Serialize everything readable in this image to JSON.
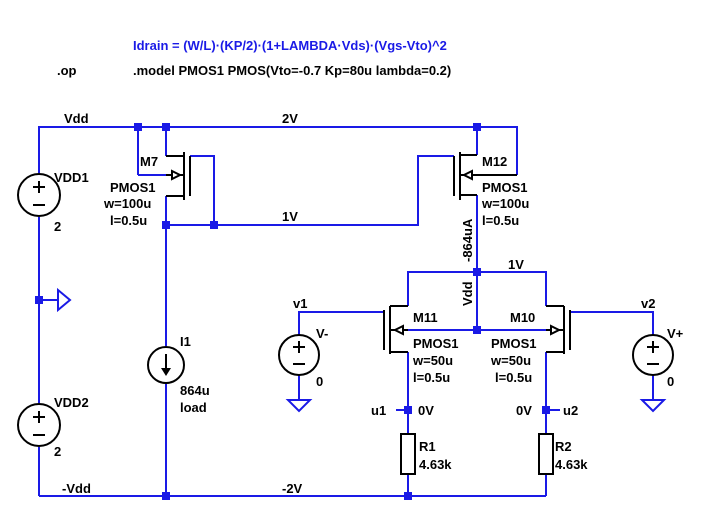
{
  "directives": {
    "formula": "Idrain = (W/L)·(KP/2)·(1+LAMBDA·Vds)·(Vgs-Vto)^2",
    "op": ".op",
    "model": ".model PMOS1 PMOS(Vto=-0.7 Kp=80u lambda=0.2)"
  },
  "nets": {
    "vdd": "Vdd",
    "two_v": "2V",
    "one_v_left": "1V",
    "one_v_right": "1V",
    "neg_vdd": "-Vdd",
    "neg_two_v": "-2V",
    "vdd_vertical": "Vdd",
    "current_label": "-864uA",
    "v1": "v1",
    "v2": "v2",
    "u1": "u1",
    "u2": "u2",
    "u1_volt": "0V",
    "u2_volt": "0V"
  },
  "components": {
    "vdd1": {
      "name": "VDD1",
      "value": "2"
    },
    "vdd2": {
      "name": "VDD2",
      "value": "2"
    },
    "m7": {
      "name": "M7",
      "model": "PMOS1",
      "w": "w=100u",
      "l": "l=0.5u"
    },
    "m12": {
      "name": "M12",
      "model": "PMOS1",
      "w": "w=100u",
      "l": "l=0.5u"
    },
    "m11": {
      "name": "M11",
      "model": "PMOS1",
      "w": "w=50u",
      "l": "l=0.5u"
    },
    "m10": {
      "name": "M10",
      "model": "PMOS1",
      "w": "w=50u",
      "l": "l=0.5u"
    },
    "i1": {
      "name": "I1",
      "value": "864u",
      "extra": "load"
    },
    "vminus": {
      "name": "V-",
      "value": "0"
    },
    "vplus": {
      "name": "V+",
      "value": "0"
    },
    "r1": {
      "name": "R1",
      "value": "4.63k"
    },
    "r2": {
      "name": "R2",
      "value": "4.63k"
    }
  },
  "colors": {
    "wire": "#1a1ae6",
    "component": "#000000",
    "background": "#ffffff"
  }
}
